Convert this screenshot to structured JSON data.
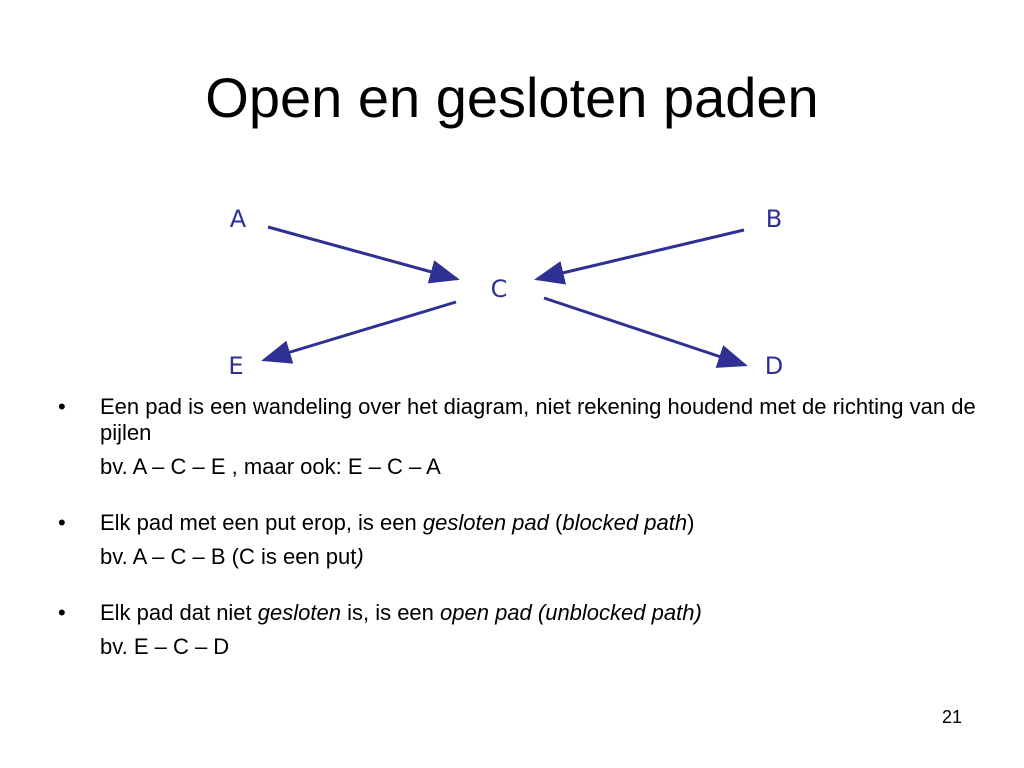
{
  "slide": {
    "title": "Open en gesloten paden",
    "page_number": "21"
  },
  "diagram": {
    "nodes": [
      {
        "id": "A",
        "label": "A"
      },
      {
        "id": "B",
        "label": "B"
      },
      {
        "id": "C",
        "label": "C"
      },
      {
        "id": "D",
        "label": "D"
      },
      {
        "id": "E",
        "label": "E"
      }
    ],
    "edges": [
      {
        "from": "A",
        "to": "C"
      },
      {
        "from": "B",
        "to": "C"
      },
      {
        "from": "C",
        "to": "D"
      },
      {
        "from": "C",
        "to": "E"
      }
    ],
    "color": "#2e3192"
  },
  "bullets": [
    {
      "marker": "•",
      "text_1": "Een pad is een wandeling over het diagram, niet rekening houdend met de richting van de pijlen",
      "example": "bv. A – C – E , maar ook: E – C – A"
    },
    {
      "marker": "•",
      "text_1": "Elk pad met een put erop, is een ",
      "italic_1": "gesloten pad",
      "text_2": " (",
      "italic_2": "blocked path",
      "text_3": ")",
      "example_1": "bv. A – C – B  (C is een put",
      "example_italic": ")"
    },
    {
      "marker": "•",
      "text_1": "Elk pad dat niet ",
      "italic_1": "gesloten",
      "text_2": "  is, is een ",
      "italic_2": "open pad (unblocked path)",
      "example": "bv. E – C – D"
    }
  ]
}
